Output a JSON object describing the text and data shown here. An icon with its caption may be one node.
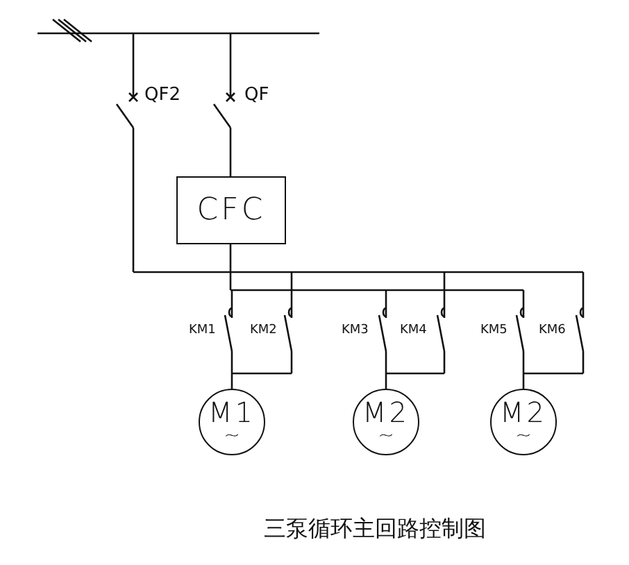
{
  "diagram": {
    "caption": "三泵循环主回路控制图",
    "nodes": [
      {
        "text": [
          "CFC"
        ]
      },
      {
        "text": [
          "M1",
          "~"
        ]
      },
      {
        "text": [
          "M2",
          "~"
        ]
      },
      {
        "text": [
          "M2",
          "~"
        ]
      }
    ],
    "labels": [
      "QF2",
      "QF",
      "KM1",
      "KM2",
      "KM3",
      "KM4",
      "KM5",
      "KM6"
    ]
  }
}
